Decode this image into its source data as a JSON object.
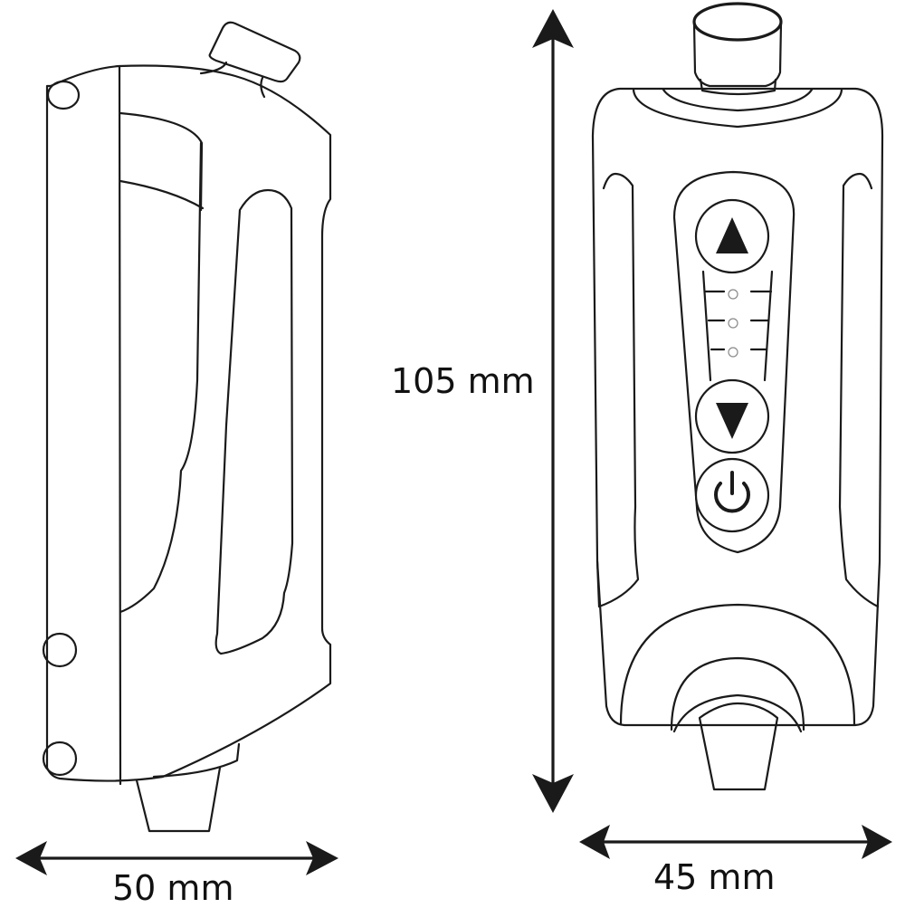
{
  "diagram": {
    "subject": "handheld device with control buttons — side and front views with dimensions",
    "colors": {
      "line": "#1a1a1a",
      "background": "#ffffff",
      "led_outline": "#8a8a8a"
    }
  },
  "dimensions": {
    "side_width": {
      "label": "50 mm",
      "value": 50,
      "unit": "mm"
    },
    "height": {
      "label": "105 mm",
      "value": 105,
      "unit": "mm"
    },
    "front_width": {
      "label": "45 mm",
      "value": 45,
      "unit": "mm"
    }
  },
  "front_view": {
    "buttons": [
      {
        "name": "up",
        "icon": "triangle-up-icon"
      },
      {
        "name": "down",
        "icon": "triangle-down-icon"
      },
      {
        "name": "power",
        "icon": "power-icon"
      }
    ],
    "level_indicators": 3
  }
}
